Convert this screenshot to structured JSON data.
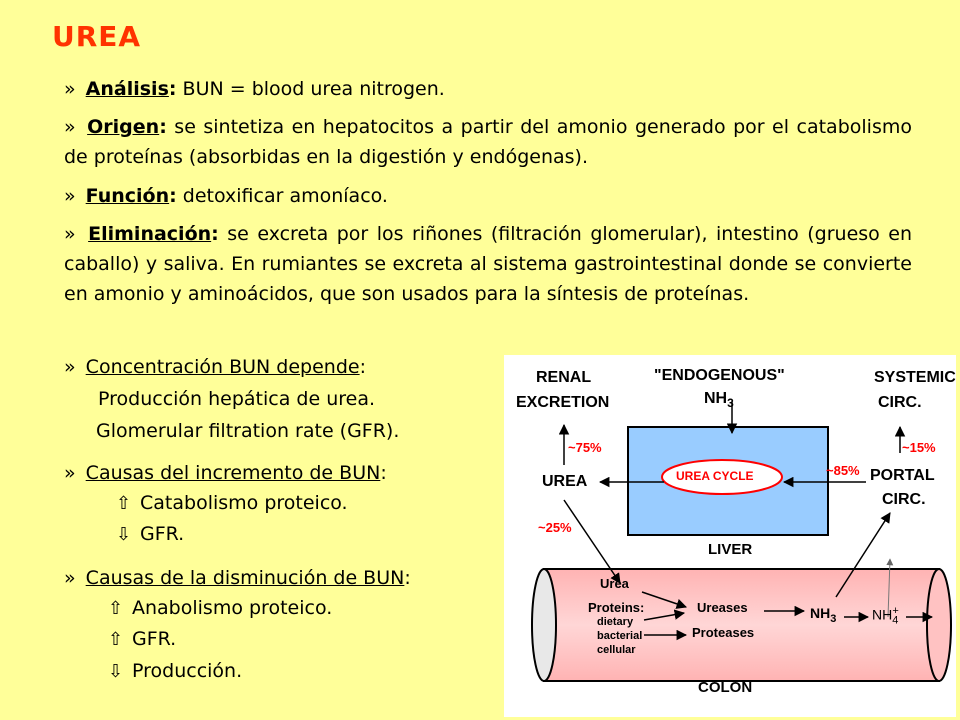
{
  "title": "UREA",
  "bullet": "»",
  "analisis": {
    "label": "Análisis",
    "text": "BUN = blood urea nitrogen."
  },
  "origen": {
    "label": "Origen",
    "text": "se sintetiza en hepatocitos a partir del amonio generado por el catabolismo de proteínas (absorbidas en la digestión y endógenas)."
  },
  "funcion": {
    "label": "Función",
    "text": "detoxificar amoníaco."
  },
  "eliminacion": {
    "label": "Eliminación",
    "text": "se excreta por los riñones (filtración glomerular), intestino (grueso en caballo) y saliva. En rumiantes se excreta al sistema gastrointestinal donde se convierte en amonio y aminoácidos, que son usados para la síntesis de proteínas."
  },
  "concentracion": {
    "label": "Concentración BUN depende",
    "items": [
      "Producción hepática de urea.",
      "Glomerular filtration rate (GFR)."
    ]
  },
  "incremento": {
    "label": "Causas del incremento de BUN",
    "items": [
      {
        "arrow": "⇧",
        "text": "Catabolismo proteico."
      },
      {
        "arrow": "⇩",
        "text": "GFR."
      }
    ]
  },
  "disminucion": {
    "label": "Causas de la disminución de BUN",
    "items": [
      {
        "arrow": "⇧",
        "text": "Anabolismo proteico."
      },
      {
        "arrow": "⇧",
        "text": "GFR."
      },
      {
        "arrow": "⇩",
        "text": "Producción."
      }
    ]
  },
  "diagram": {
    "renal": "RENAL",
    "excretion": "EXCRETION",
    "endogenous": "\"ENDOGENOUS\"",
    "nh3_top": "NH",
    "nh3_top_sub": "3",
    "systemic": "SYSTEMIC",
    "circ": "CIRC.",
    "pct75": "~75%",
    "pct15": "~15%",
    "pct85": "~85%",
    "pct25": "~25%",
    "urea": "UREA",
    "urea_cycle": "UREA CYCLE",
    "portal": "PORTAL",
    "portal_circ": "CIRC.",
    "liver": "LIVER",
    "colon_urea": "Urea",
    "proteins": "Proteins:",
    "dietary": "dietary",
    "bacterial": "bacterial",
    "cellular": "cellular",
    "ureases": "Ureases",
    "proteases": "Proteases",
    "nh3_colon": "NH",
    "nh3_colon_sub": "3",
    "nh4": "NH",
    "nh4_sub": "4",
    "nh4_sup": "+",
    "colon": "COLON",
    "colors": {
      "liver": "#99ccff",
      "colon": "#ffcccc",
      "cycle": "#ff0000",
      "pct": "#ff0000"
    }
  }
}
